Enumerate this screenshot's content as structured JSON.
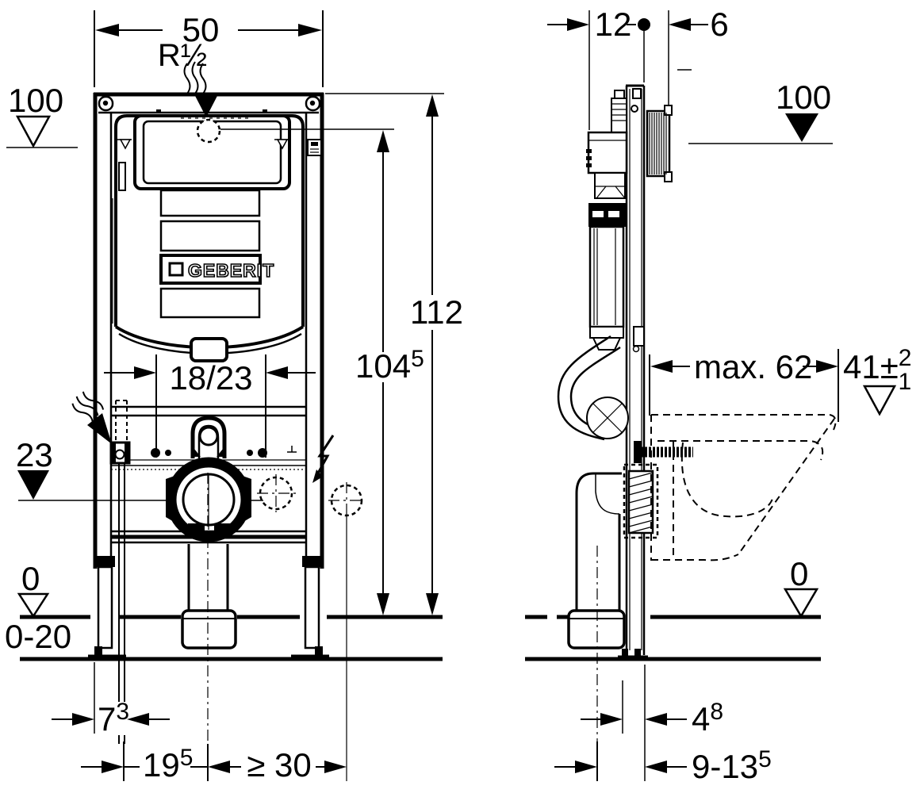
{
  "drawing": {
    "brand_logo": "GEBERIT",
    "front": {
      "width": "50",
      "thread": "R½",
      "level_100": "100",
      "height_112": "112",
      "height_104": {
        "base": "104",
        "sup": "5"
      },
      "spread_18_23": "18/23",
      "level_23": "23",
      "level_0": "0",
      "floor_range": "0-20",
      "offset_7_3": {
        "base": "7",
        "sup": "3"
      },
      "offset_19_5": {
        "base": "19",
        "sup": "5"
      },
      "min_30": "≥ 30"
    },
    "side": {
      "depth_12": "12",
      "protrusion_6": "6",
      "level_100": "100",
      "max_62": "max. 62",
      "seat_height": {
        "base": "41",
        "pm": "±",
        "sup": "2",
        "sub": "1"
      },
      "level_0": "0",
      "offset_4_8": {
        "base": "4",
        "sup": "8"
      },
      "drain_range_9_13_5": {
        "base": "9-13",
        "sup": "5"
      }
    }
  }
}
